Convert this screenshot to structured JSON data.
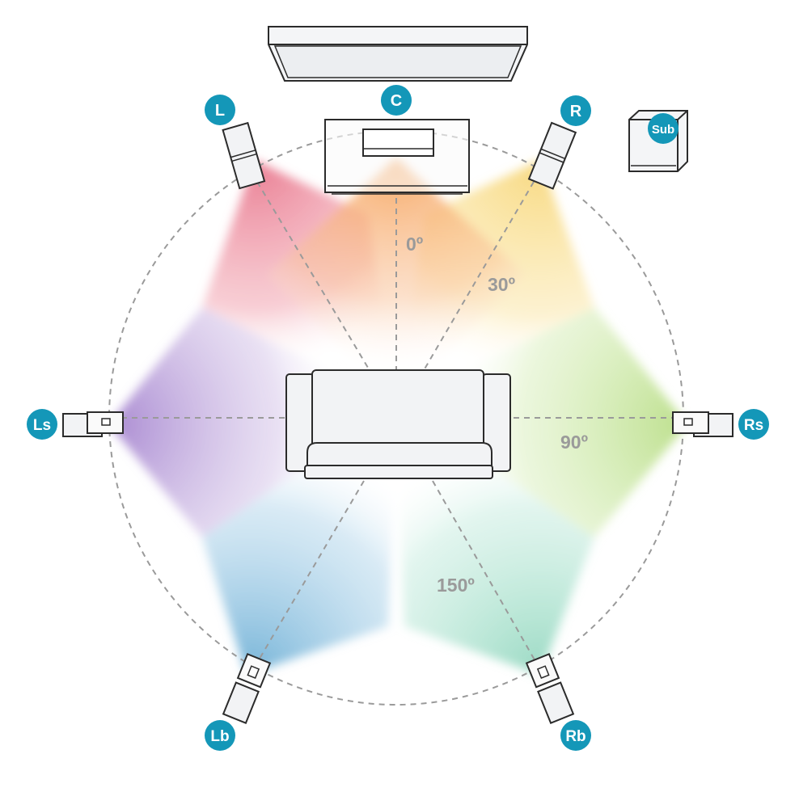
{
  "colors": {
    "badge": "#1497b8",
    "guide": "#9a9a9a",
    "outline": "#2b2b2b",
    "wedge_front_left": "#e9788e",
    "wedge_center": "#f6a35a",
    "wedge_front_right": "#f7d77a",
    "wedge_side_right": "#b9de86",
    "wedge_back_right": "#8fd6bd",
    "wedge_back_left": "#6fb0d6",
    "wedge_side_left": "#a584cf"
  },
  "speakers": {
    "center": {
      "label": "C",
      "icon": "center-speaker-icon"
    },
    "front_left": {
      "label": "L",
      "icon": "tower-speaker-icon"
    },
    "front_right": {
      "label": "R",
      "icon": "tower-speaker-icon"
    },
    "surround_left": {
      "label": "Ls",
      "icon": "surround-speaker-icon"
    },
    "surround_right": {
      "label": "Rs",
      "icon": "surround-speaker-icon"
    },
    "back_left": {
      "label": "Lb",
      "icon": "surround-speaker-icon"
    },
    "back_right": {
      "label": "Rb",
      "icon": "surround-speaker-icon"
    },
    "subwoofer": {
      "label": "Sub",
      "icon": "subwoofer-icon"
    }
  },
  "angles": {
    "front": "0º",
    "front_speakers": "30º",
    "side": "90º",
    "back": "150º"
  },
  "objects": {
    "tv": "tv-icon",
    "sofa": "sofa-icon"
  }
}
